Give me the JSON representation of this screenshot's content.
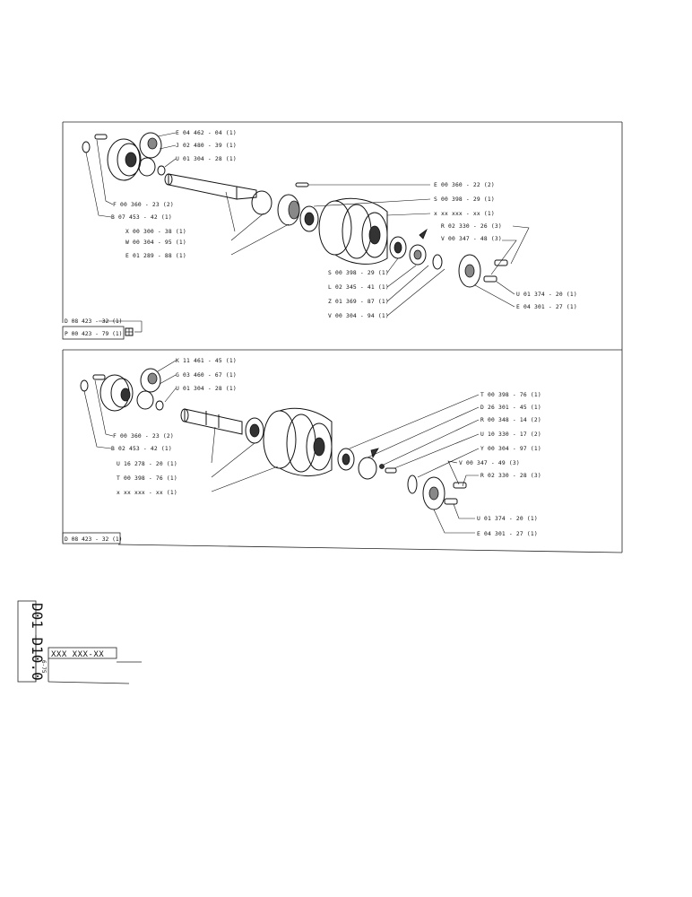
{
  "upper": {
    "labels": [
      "E 04 462 - 04 (1)",
      "J 02 480 - 39 (1)",
      "U 01 304 - 28 (1)",
      "F 00 360 - 23 (2)",
      "B 07 453 - 42 (1)",
      "X 00 300 - 38 (1)",
      "W 00 304 - 95 (1)",
      "E 01 289 - 88 (1)",
      "E 00 360 - 22 (2)",
      "S 00 398 - 29 (1)",
      "x xx xxx - xx (1)",
      "R 02 330 - 26 (3)",
      "V 00 347 - 48 (3)",
      "S 00 398 - 29 (1)",
      "L 02 345 - 41 (1)",
      "Z 01 369 - 87 (1)",
      "V 00 304 - 94 (1)",
      "U 01 374 - 20 (1)",
      "E 04 301 - 27 (1)"
    ],
    "ref1": "D 08 423 - 32 (1)",
    "ref2": "P 00 423 - 79 (1)"
  },
  "lower": {
    "labels": [
      "K 11 461 - 45 (1)",
      "G 03 460 - 67 (1)",
      "U 01 304 - 28 (1)",
      "F 00 360 - 23 (2)",
      "B 02 453 - 42 (1)",
      "U 16 278 - 20 (1)",
      "T 00 398 - 76 (1)",
      "x xx xxx - xx (1)",
      "T 00 398 - 76 (1)",
      "D 26 301 - 45 (1)",
      "R 00 348 - 14 (2)",
      "U 10 330 - 17 (2)",
      "Y 00 304 - 97 (1)",
      "V 00 347 - 49 (3)",
      "R 02 330 - 28 (3)",
      "U 01 374 - 20 (1)",
      "E 04 301 - 27 (1)"
    ],
    "ref1": "D 08 423 - 32 (1)"
  },
  "footer": {
    "vertical_code": "D01 D10.0",
    "page_code": "XXX XXX-XX",
    "small_code": "6-75"
  }
}
